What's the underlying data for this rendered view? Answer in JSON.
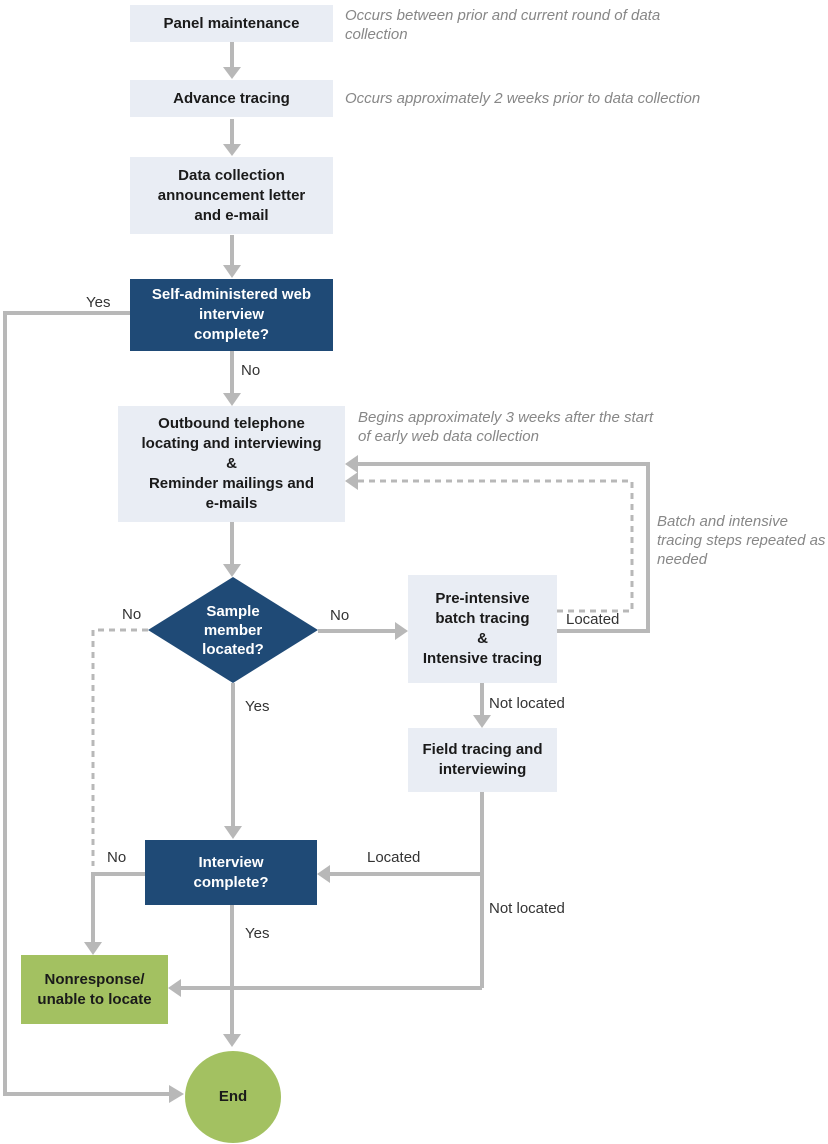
{
  "palette": {
    "process_fill": "#e9edf4",
    "decision_fill": "#1f4a76",
    "terminal_fill": "#a3c161",
    "connector_gray": "#b8b8b8",
    "note_text": "#878787",
    "label_text": "#333333"
  },
  "nodes": {
    "panel_maintenance": {
      "label": "Panel maintenance"
    },
    "advance_tracing": {
      "label": "Advance tracing"
    },
    "announcement": {
      "label": "Data collection\nannouncement letter\nand e-mail"
    },
    "web_interview": {
      "label": "Self-administered web\ninterview\ncomplete?"
    },
    "outbound": {
      "label": "Outbound telephone\nlocating and interviewing\n&\nReminder mailings and\ne-mails"
    },
    "sample_located": {
      "label": "Sample\nmember\nlocated?"
    },
    "pre_intensive": {
      "label": "Pre-intensive\nbatch tracing\n&\nIntensive tracing"
    },
    "field_tracing": {
      "label": "Field tracing and\ninterviewing"
    },
    "interview_complete": {
      "label": "Interview\ncomplete?"
    },
    "nonresponse": {
      "label": "Nonresponse/\nunable to locate"
    },
    "end": {
      "label": "End"
    }
  },
  "edge_labels": {
    "yes_web": "Yes",
    "no_web": "No",
    "no_sample_left": "No",
    "no_sample_right": "No",
    "yes_sample": "Yes",
    "located_loop": "Located",
    "not_located_batch": "Not located",
    "located_field": "Located",
    "no_interview": "No",
    "not_located_field": "Not located",
    "yes_interview": "Yes"
  },
  "notes": {
    "panel_maintenance": "Occurs between prior and current round of data collection",
    "advance_tracing": "Occurs approximately 2 weeks prior to data collection",
    "outbound": "Begins approximately 3 weeks after the start of early web data collection",
    "tracing_loop": "Batch and intensive tracing steps repeated as needed"
  }
}
